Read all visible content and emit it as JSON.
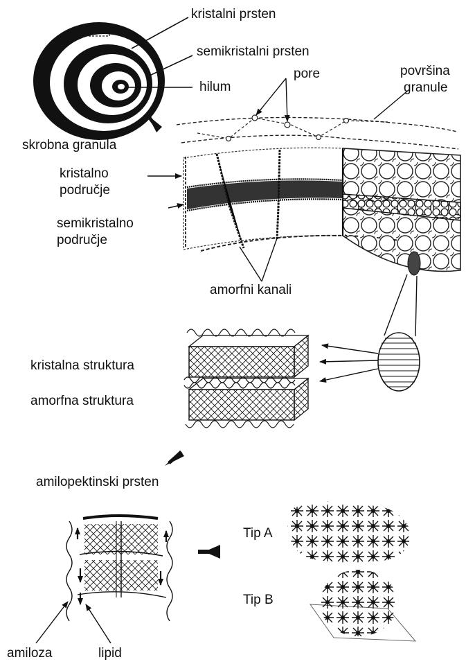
{
  "labels": {
    "crystal_ring": "kristalni prsten",
    "semicrystal_ring": "semikristalni prsten",
    "hilum": "hilum",
    "pores": "pore",
    "surface_line1": "površina",
    "surface_line2": "granule",
    "starch_granule": "skrobna granula",
    "crystal_region_line1": "kristalno",
    "crystal_region_line2": "područje",
    "semicrystal_region_line1": "semikristalno",
    "semicrystal_region_line2": "područje",
    "amorphous_channels": "amorfni kanali",
    "crystal_structure": "kristalna struktura",
    "amorphous_structure": "amorfna struktura",
    "amylopectin_ring": "amilopektinski prsten",
    "type_a": "Tip A",
    "type_b": "Tip B",
    "amylose": "amiloza",
    "lipid": "lipid"
  },
  "colors": {
    "ink": "#111111",
    "background": "#ffffff"
  }
}
